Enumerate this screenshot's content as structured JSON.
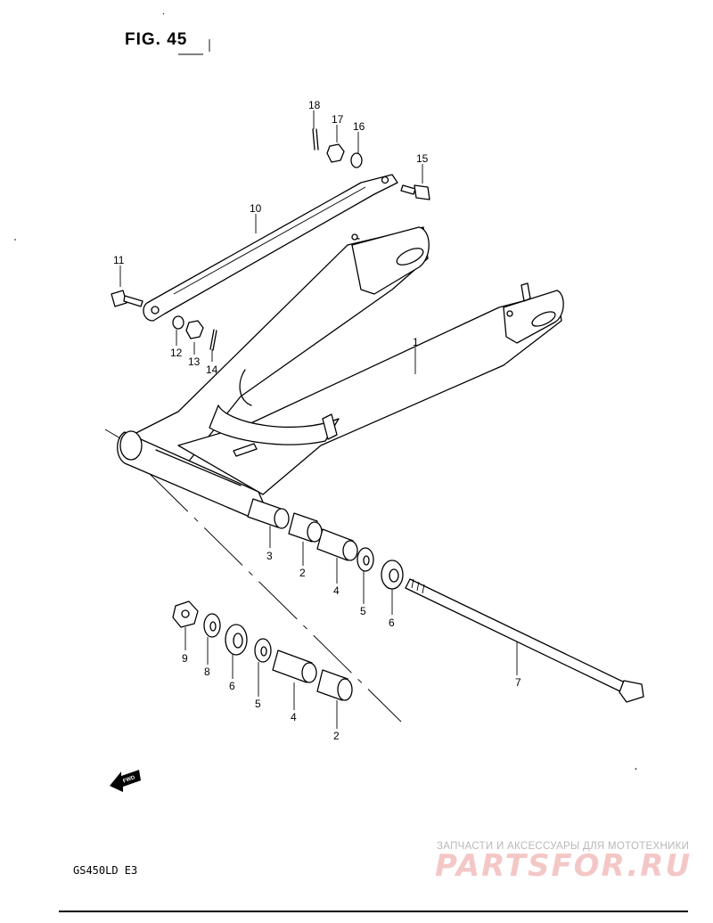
{
  "figure": {
    "title": "FIG. 45"
  },
  "model_label": "GS450LD  E3",
  "fwd_label": "FWD",
  "watermark": {
    "subtitle": "ЗАПЧАСТИ И АКСЕССУАРЫ ДЛЯ МОТОТЕХНИКИ",
    "logo": "PARTSFOR.RU"
  },
  "part_numbers": {
    "p1": "1",
    "p2a": "2",
    "p2b": "2",
    "p3": "3",
    "p4a": "4",
    "p4b": "4",
    "p5a": "5",
    "p5b": "5",
    "p6a": "6",
    "p6b": "6",
    "p7": "7",
    "p8": "8",
    "p9": "9",
    "p10": "10",
    "p11": "11",
    "p12": "12",
    "p13": "13",
    "p14": "14",
    "p15": "15",
    "p16": "16",
    "p17": "17",
    "p18": "18"
  },
  "colors": {
    "ink": "#000000",
    "watermark_red": "#f4c7c7",
    "watermark_grey": "#b8b8b8"
  }
}
